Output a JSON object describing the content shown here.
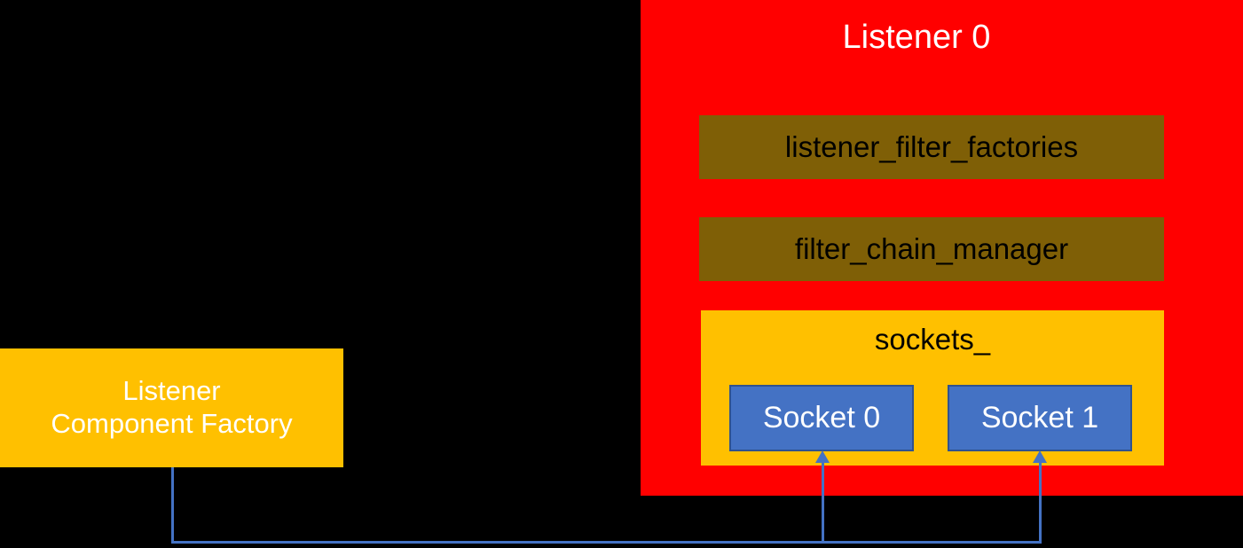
{
  "diagram": {
    "background_color": "#000000",
    "listener_panel": {
      "title": "Listener 0",
      "color": "#FF0000",
      "title_color": "#FFFFFF",
      "members": [
        {
          "label": "listener_filter_factories",
          "color": "#7F5F06",
          "text_color": "#000000"
        },
        {
          "label": "filter_chain_manager",
          "color": "#7F5F06",
          "text_color": "#000000"
        }
      ],
      "sockets_group": {
        "label": "sockets_",
        "color": "#FFC000",
        "text_color": "#000000",
        "sockets": [
          {
            "label": "Socket 0",
            "color": "#4472C4",
            "border_color": "#2F528F",
            "text_color": "#FFFFFF"
          },
          {
            "label": "Socket 1",
            "color": "#4472C4",
            "border_color": "#2F528F",
            "text_color": "#FFFFFF"
          }
        ]
      }
    },
    "factory": {
      "label": "Listener\nComponent Factory",
      "color": "#FFC000",
      "text_color": "#FFFFFF"
    },
    "connectors": {
      "color": "#4472C4",
      "edges": [
        {
          "from": "Listener Component Factory",
          "to": "Socket 0"
        },
        {
          "from": "Listener Component Factory",
          "to": "Socket 1"
        }
      ]
    }
  }
}
